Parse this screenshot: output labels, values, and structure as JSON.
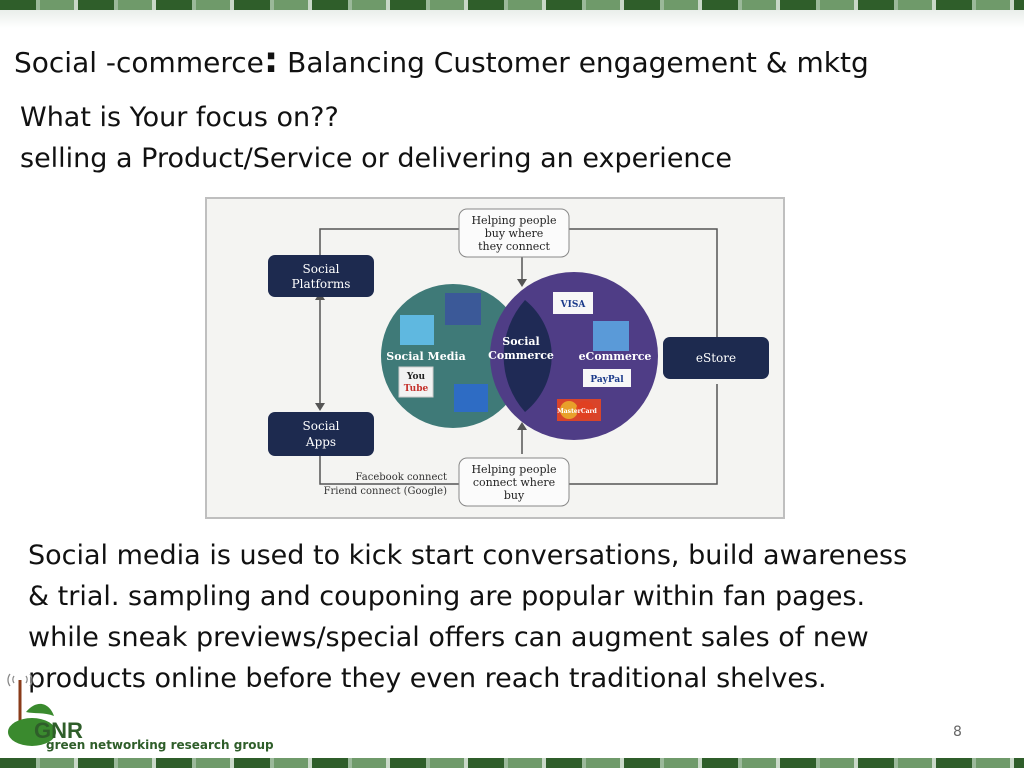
{
  "slide": {
    "title_left": "Social -commerce",
    "title_colon": ":",
    "title_right": "Balancing  Customer engagement  & mktg",
    "question_line1": "What  is Your  focus on??",
    "question_line2": "selling  a Product/Service or  delivering an experience",
    "body": "Social media is used to kick start conversations, build awareness\n& trial. sampling and couponing are popular  within fan pages.\nwhile sneak previews/special offers can augment sales of new\nproducts online before they even reach traditional shelves.",
    "page_number": "8"
  },
  "diagram": {
    "top_box": [
      "Helping people",
      "buy where",
      "they connect"
    ],
    "bottom_box": [
      "Helping people",
      "connect where",
      "buy"
    ],
    "social_platforms": [
      "Social",
      "Platforms"
    ],
    "social_apps": [
      "Social",
      "Apps"
    ],
    "estore": "eStore",
    "social_media": "Social Media",
    "social_commerce": [
      "Social",
      "Commerce"
    ],
    "ecommerce": "eCommerce",
    "facebook_connect": "Facebook connect",
    "friend_connect": "Friend connect (Google)",
    "youtube_label": [
      "You",
      "Tube"
    ],
    "visa_label": "VISA",
    "paypal_label": "PayPal",
    "mastercard_label": "MasterCard",
    "colors": {
      "dark_navy": "#1d2a4f",
      "teal": "#3f7a78",
      "purple": "#4f3d86",
      "overlap": "#1f2a55"
    }
  },
  "logo": {
    "mark": "GNR",
    "text": "green networking research group",
    "colors": {
      "green": "#3a8a2e",
      "dark": "#2f5e2a"
    }
  }
}
